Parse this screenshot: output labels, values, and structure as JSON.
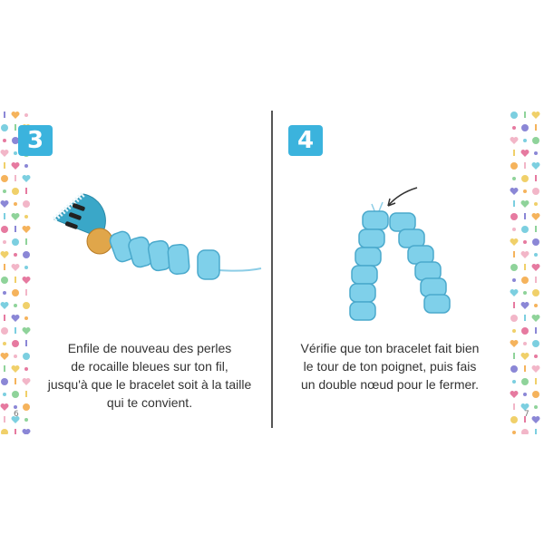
{
  "pages": [
    {
      "step_number": "3",
      "text_lines": [
        "Enfile de nouveau des perles",
        "de rocaille bleues sur ton fil,",
        "jusqu'à que le bracelet soit à la taille",
        "qui te convient."
      ],
      "page_number": "6"
    },
    {
      "step_number": "4",
      "text_lines": [
        "Vérifie que ton bracelet fait bien",
        "le tour de ton poignet, puis fais",
        "un double nœud pour le fermer."
      ],
      "page_number": "7"
    }
  ],
  "colors": {
    "badge": "#3bb3dd",
    "bead": "#7fd0ea",
    "gold_bead": "#e0a64a"
  }
}
